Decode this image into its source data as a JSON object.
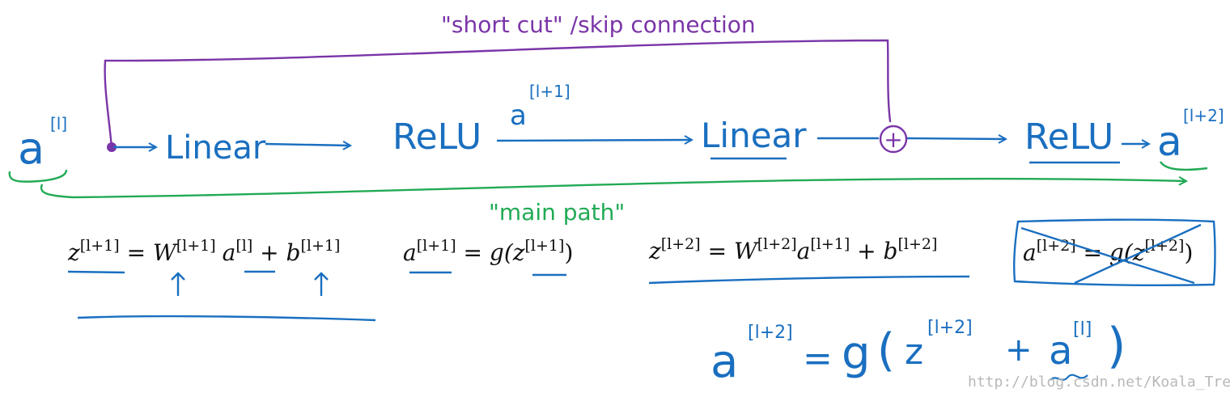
{
  "colors": {
    "blue": "#1a6fc0",
    "purple": "#7a35a8",
    "green": "#22aa55",
    "black": "#111111",
    "watermark": "#b8b8b8"
  },
  "skip": {
    "label": "\"short cut\" /skip connection"
  },
  "main_path": {
    "label": "\"main path\""
  },
  "diagram": {
    "input": {
      "base": "a",
      "sup": "[l]"
    },
    "linear_1": "Linear",
    "relu_1": "ReLU",
    "mid": {
      "base": "a",
      "sup": "[l+1]"
    },
    "linear_2": "Linear",
    "relu_2": "ReLU",
    "output": {
      "base": "a",
      "sup": "[l+2]"
    },
    "plus": "+"
  },
  "equations": {
    "eq1": {
      "z": "z",
      "z_sup": "[l+1]",
      "eq": " = ",
      "w": "W",
      "w_sup": "[l+1]",
      "a": "a",
      "a_sup": "[l]",
      "plus": " + ",
      "b": "b",
      "b_sup": "[l+1]"
    },
    "eq2": {
      "a": "a",
      "a_sup": "[l+1]",
      "eq": " = ",
      "g": "g(",
      "z": "z",
      "z_sup": "[l+1]",
      "close": ")"
    },
    "eq3": {
      "z": "z",
      "z_sup": "[l+2]",
      "eq": " =  ",
      "w": "W",
      "w_sup": "[l+2]",
      "a": "a",
      "a_sup": "[l+1]",
      "plus": " + ",
      "b": "b",
      "b_sup": "[l+2]"
    },
    "eq4": {
      "a": "a",
      "a_sup": "[l+2]",
      "eq": " = ",
      "g": "g(",
      "z": "z",
      "z_sup": "[l+2]",
      "close": ")"
    }
  },
  "result": {
    "a": "a",
    "a_sup": "[l+2]",
    "eq": "=",
    "g": "g",
    "open": "(",
    "z": "z",
    "z_sup": "[l+2]",
    "plus": "+",
    "a2": "a",
    "a2_sup": "[l]",
    "close": ")"
  },
  "watermark": "http://blog.csdn.net/Koala_Tree"
}
